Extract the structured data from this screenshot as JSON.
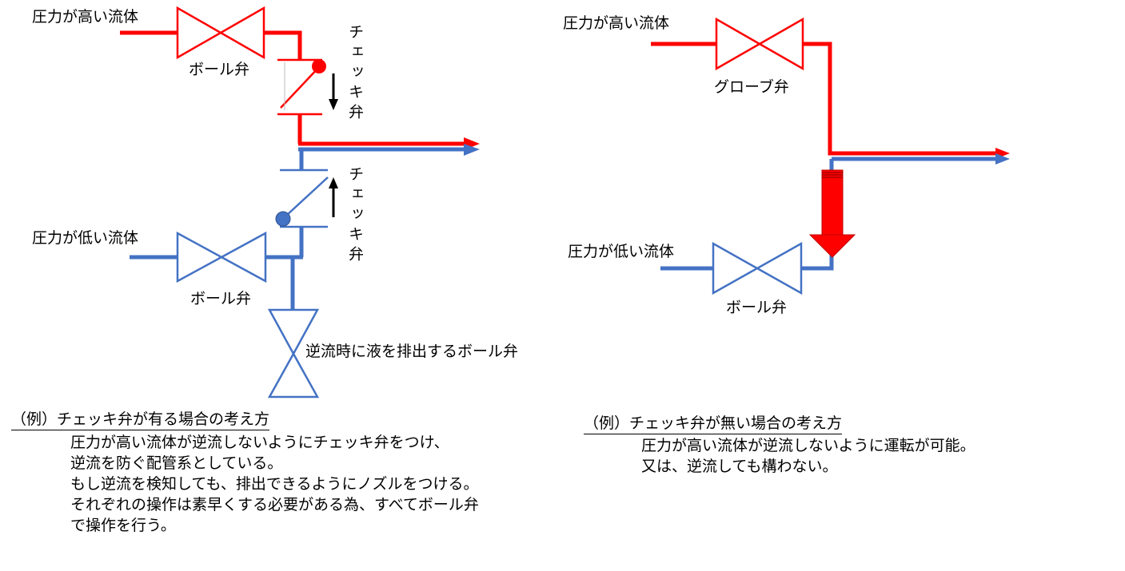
{
  "colors": {
    "high": "#ff0000",
    "low": "#4472c4",
    "arrow": "#000000"
  },
  "left": {
    "high_fluid": "圧力が高い流体",
    "ball_valve_top": "ボール弁",
    "check_valve_top": "チェッキ弁",
    "check_valve_bottom": "チェッキ弁",
    "low_fluid": "圧力が低い流体",
    "ball_valve_bottom": "ボール弁",
    "drain_valve": "逆流時に液を排出するボール弁",
    "caption": "（例）チェッキ弁が有る場合の考え方",
    "lines": [
      "圧力が高い流体が逆流しないようにチェッキ弁をつけ、",
      "逆流を防ぐ配管系としている。",
      "もし逆流を検知しても、排出できるようにノズルをつける。",
      "それぞれの操作は素早くする必要がある為、すべてボール弁",
      "で操作を行う。"
    ]
  },
  "right": {
    "high_fluid": "圧力が高い流体",
    "globe_valve": "グローブ弁",
    "low_fluid": "圧力が低い流体",
    "ball_valve": "ボール弁",
    "caption": "（例）チェッキ弁が無い場合の考え方",
    "lines": [
      "圧力が高い流体が逆流しないように運転が可能。",
      "又は、逆流しても構わない。"
    ]
  }
}
